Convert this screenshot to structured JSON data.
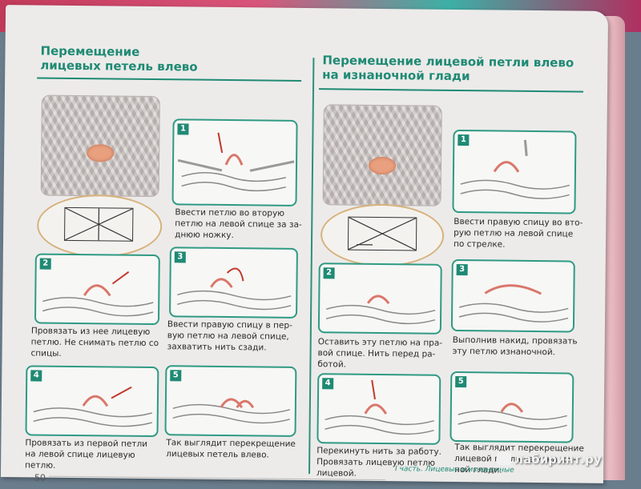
{
  "left": {
    "title_line1": "Перемещение",
    "title_line2": "лицевых петель влево",
    "steps": [
      {
        "num": "1",
        "caption": [
          "Ввести петлю во вторую",
          "петлю на левой спице за за-",
          "днюю ножку."
        ]
      },
      {
        "num": "2",
        "caption": [
          "Провязать из нее лицевую",
          "петлю. Не снимать петлю со",
          "спицы."
        ]
      },
      {
        "num": "3",
        "caption": [
          "Ввести правую спицу в пер-",
          "вую петлю на левой спице,",
          "захватить нить сзади."
        ]
      },
      {
        "num": "4",
        "caption": [
          "Провязать из первой петли",
          "на левой спице лицевую",
          "петлю."
        ]
      },
      {
        "num": "5",
        "caption": [
          "Так выглядит перекрещение",
          "лицевых петель влево."
        ]
      }
    ]
  },
  "right": {
    "title_line1": "Перемещение лицевой петли влево",
    "title_line2": "на изнаночной глади",
    "steps": [
      {
        "num": "1",
        "caption": [
          "Ввести правую спицу во вто-",
          "рую петлю на левой спице",
          "по стрелке."
        ]
      },
      {
        "num": "2",
        "caption": [
          "Оставить эту петлю на пра-",
          "вой спице. Нить перед ра-",
          "ботой."
        ]
      },
      {
        "num": "3",
        "caption": [
          "Выполнив накид, провязать",
          "эту петлю изнаночной."
        ]
      },
      {
        "num": "4",
        "caption": [
          "Перекинуть нить за работу.",
          "Провязать лицевую петлю",
          "лицевой."
        ]
      },
      {
        "num": "5",
        "caption": [
          "Так выглядит перекрещение",
          "лицевой петли на изнаноч-",
          "ной глади."
        ]
      }
    ]
  },
  "footer": {
    "page_number": "50",
    "chapter": "I часть. Лицевые и изнаночные"
  },
  "watermark": "лабиринт.ру",
  "colors": {
    "accent": "#1f8a74",
    "yarn": "#e9a07e",
    "frame": "#2f9a83"
  }
}
